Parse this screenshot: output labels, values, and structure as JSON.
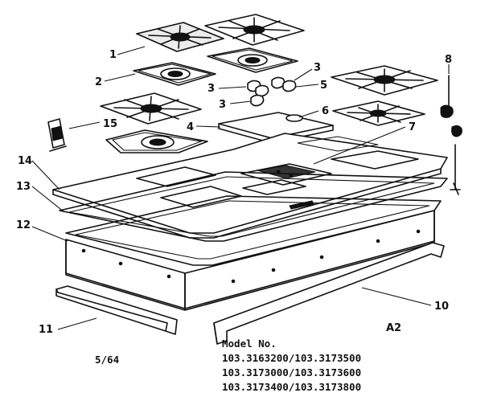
{
  "callouts": {
    "c1": "1",
    "c2": "2",
    "c3a": "3",
    "c3b": "3",
    "c3c": "3",
    "c4": "4",
    "c5": "5",
    "c6": "6",
    "c7": "7",
    "c8": "8",
    "c10": "10",
    "c11": "11",
    "c12": "12",
    "c13": "13",
    "c14": "14",
    "c15": "15"
  },
  "section_code": "A2",
  "page_ref": "5/64",
  "model": {
    "heading": "Model No.",
    "lines": [
      "103.3163200/103.3173500",
      "103.3173000/103.3173600",
      "103.3173400/103.3173800"
    ]
  }
}
